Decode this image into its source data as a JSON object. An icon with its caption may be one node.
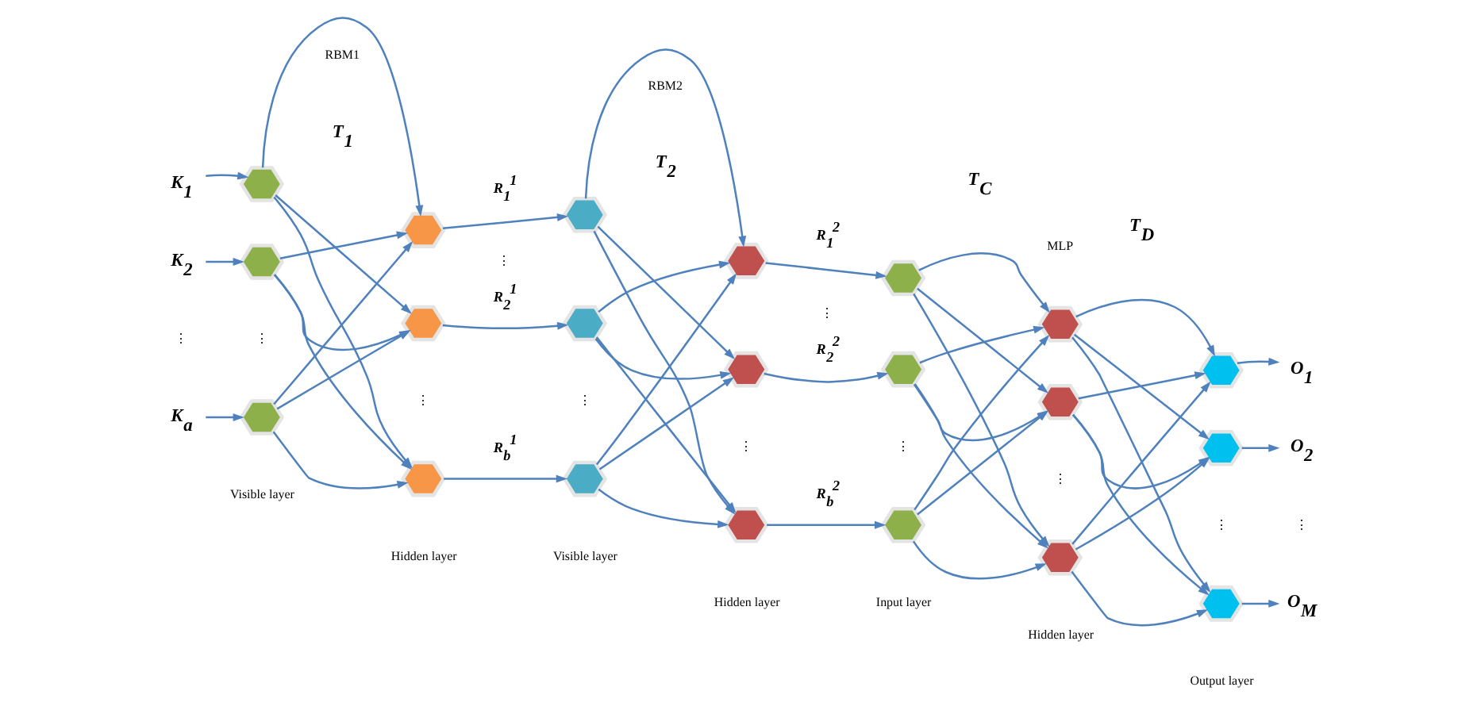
{
  "diagram": {
    "nodes": [
      {
        "text": [
          "K$_{1}$"
        ]
      },
      {
        "text": [
          "K$_{2}$"
        ]
      },
      {
        "text": [
          "K$_{a}$"
        ]
      },
      {
        "text": [],
        "shape": "hexagon"
      },
      {
        "text": [],
        "shape": "hexagon"
      },
      {
        "text": [],
        "shape": "hexagon"
      },
      {
        "text": [],
        "shape": "hexagon"
      },
      {
        "text": [],
        "shape": "hexagon"
      },
      {
        "text": [],
        "shape": "hexagon"
      },
      {
        "text": [],
        "shape": "hexagon"
      },
      {
        "text": [],
        "shape": "hexagon"
      },
      {
        "text": [],
        "shape": "hexagon"
      },
      {
        "text": [],
        "shape": "hexagon"
      },
      {
        "text": [],
        "shape": "hexagon"
      },
      {
        "text": [],
        "shape": "hexagon"
      },
      {
        "text": [],
        "shape": "hexagon"
      },
      {
        "text": [],
        "shape": "hexagon"
      },
      {
        "text": [],
        "shape": "hexagon"
      },
      {
        "text": [],
        "shape": "hexagon"
      },
      {
        "text": [],
        "shape": "hexagon"
      },
      {
        "text": [],
        "shape": "hexagon"
      },
      {
        "text": [],
        "shape": "hexagon"
      },
      {
        "text": [],
        "shape": "hexagon"
      },
      {
        "text": [],
        "shape": "hexagon"
      },
      {
        "text": [
          "O$_{1}$"
        ]
      },
      {
        "text": [
          "O$_{2}$"
        ]
      },
      {
        "text": [
          "O$_{M}$"
        ]
      }
    ],
    "edges": [
      {
        "from": 0,
        "to": 3,
        "arrow": "to"
      },
      {
        "from": 1,
        "to": 4,
        "arrow": "to"
      },
      {
        "from": 2,
        "to": 5,
        "arrow": "to"
      },
      {
        "from": 3,
        "to": 6,
        "arrow": "to"
      },
      {
        "from": 3,
        "to": 7,
        "arrow": "to"
      },
      {
        "from": 3,
        "to": 8,
        "arrow": "to"
      },
      {
        "from": 4,
        "to": 6,
        "arrow": "to"
      },
      {
        "from": 4,
        "to": 7,
        "arrow": "to"
      },
      {
        "from": 4,
        "to": 8,
        "arrow": "to"
      },
      {
        "from": 5,
        "to": 6,
        "arrow": "to"
      },
      {
        "from": 5,
        "to": 7,
        "arrow": "to"
      },
      {
        "from": 5,
        "to": 8,
        "arrow": "to"
      },
      {
        "from": 6,
        "to": 9,
        "arrow": "to",
        "label": "R$_{1}$$^{1}$"
      },
      {
        "from": 7,
        "to": 10,
        "arrow": "to",
        "label": "R$_{2}$$^{1}$"
      },
      {
        "from": 8,
        "to": 11,
        "arrow": "to",
        "label": "R$_{b}$$^{1}$"
      },
      {
        "from": 9,
        "to": 12,
        "arrow": "to"
      },
      {
        "from": 9,
        "to": 13,
        "arrow": "to"
      },
      {
        "from": 9,
        "to": 14,
        "arrow": "to"
      },
      {
        "from": 10,
        "to": 12,
        "arrow": "to"
      },
      {
        "from": 10,
        "to": 13,
        "arrow": "to"
      },
      {
        "from": 10,
        "to": 14,
        "arrow": "to"
      },
      {
        "from": 11,
        "to": 12,
        "arrow": "to"
      },
      {
        "from": 11,
        "to": 13,
        "arrow": "to"
      },
      {
        "from": 11,
        "to": 14,
        "arrow": "to"
      },
      {
        "from": 12,
        "to": 15,
        "arrow": "to",
        "label": "R$_{1}$$^{2}$"
      },
      {
        "from": 13,
        "to": 16,
        "arrow": "to",
        "label": "R$_{2}$$^{2}$"
      },
      {
        "from": 14,
        "to": 17,
        "arrow": "to",
        "label": "R$_{b}$$^{2}$"
      },
      {
        "from": 15,
        "to": 18,
        "arrow": "to"
      },
      {
        "from": 15,
        "to": 19,
        "arrow": "to"
      },
      {
        "from": 15,
        "to": 20,
        "arrow": "to"
      },
      {
        "from": 16,
        "to": 18,
        "arrow": "to"
      },
      {
        "from": 16,
        "to": 19,
        "arrow": "to"
      },
      {
        "from": 16,
        "to": 20,
        "arrow": "to"
      },
      {
        "from": 17,
        "to": 18,
        "arrow": "to"
      },
      {
        "from": 17,
        "to": 19,
        "arrow": "to"
      },
      {
        "from": 17,
        "to": 20,
        "arrow": "to"
      },
      {
        "from": 18,
        "to": 21,
        "arrow": "to"
      },
      {
        "from": 18,
        "to": 22,
        "arrow": "to"
      },
      {
        "from": 18,
        "to": 23,
        "arrow": "to"
      },
      {
        "from": 19,
        "to": 21,
        "arrow": "to"
      },
      {
        "from": 19,
        "to": 22,
        "arrow": "to"
      },
      {
        "from": 19,
        "to": 23,
        "arrow": "to"
      },
      {
        "from": 20,
        "to": 21,
        "arrow": "to"
      },
      {
        "from": 20,
        "to": 22,
        "arrow": "to"
      },
      {
        "from": 20,
        "to": 23,
        "arrow": "to"
      },
      {
        "from": 21,
        "to": 24,
        "arrow": "to"
      },
      {
        "from": 22,
        "to": 25,
        "arrow": "to"
      },
      {
        "from": 23,
        "to": 26,
        "arrow": "to"
      }
    ],
    "labels": [
      "RBM1",
      "RBM2",
      "MLP",
      "T$_{1}$",
      "T$_{2}$",
      "T$_{C}$",
      "T$_{D}$",
      "⋮",
      "⋮",
      "⋮",
      "⋮",
      "⋮",
      "⋮",
      "⋮",
      "⋮",
      "⋮",
      "⋮",
      "⋮",
      "Visible layer",
      "Hidden layer",
      "Visible layer",
      "Hidden layer",
      "Input layer",
      "Hidden layer",
      "Output layer"
    ]
  }
}
